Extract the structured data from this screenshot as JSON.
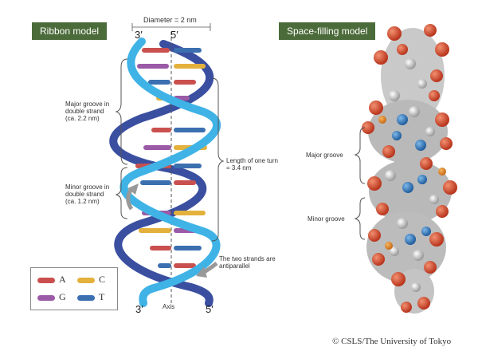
{
  "left_panel": {
    "title": "Ribbon model",
    "diameter_label": "Diameter = 2 nm",
    "top_left_end": "3′",
    "top_right_end": "5′",
    "bottom_left_end": "3′",
    "bottom_right_end": "5′",
    "axis_label": "Axis",
    "major_groove": [
      "Major groove in",
      "double strand",
      "(ca. 2.2 nm)"
    ],
    "minor_groove": [
      "Minor groove in",
      "double strand",
      "(ca. 1.2 nm)"
    ],
    "turn_length": [
      "Length of one turn",
      "= 3.4 nm"
    ],
    "antiparallel": [
      "The two strands are",
      "antiparallel"
    ]
  },
  "right_panel": {
    "title": "Space-filling model",
    "major_groove": "Major groove",
    "minor_groove": "Minor groove"
  },
  "legend": {
    "items": [
      {
        "letter": "A",
        "color": "#c9504e"
      },
      {
        "letter": "C",
        "color": "#e3b13c"
      },
      {
        "letter": "G",
        "color": "#9a5aa6"
      },
      {
        "letter": "T",
        "color": "#3b6fb0"
      }
    ]
  },
  "credit": "© CSLS/The University of Tokyo",
  "colors": {
    "tag_bg": "#4c6b3a",
    "strand_light": "#3fb3e6",
    "strand_dark": "#3a4fa0"
  }
}
